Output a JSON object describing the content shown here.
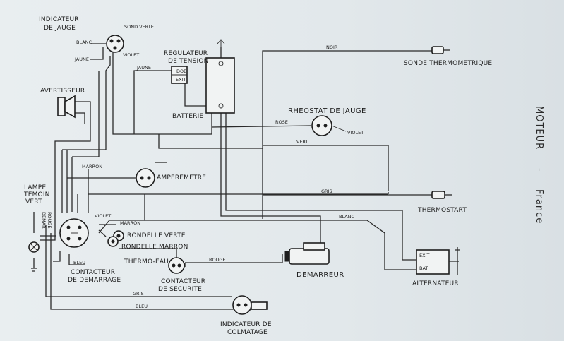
{
  "side_title": "MOTEUR",
  "side_separator": "-",
  "side_subtitle": "France",
  "components": {
    "fuel_gauge": [
      "INDICATEUR",
      "DE JAUGE"
    ],
    "probe_green": "SOND VERTE",
    "regulator": [
      "REGULATEUR",
      "DE TENSION"
    ],
    "regulator_pins": [
      "DOB",
      "EXIT"
    ],
    "horn": "AVERTISSEUR",
    "battery": "BATTERIE",
    "thermo_probe": "SONDE THERMOMETRIQUE",
    "gauge_rheostat": "RHEOSTAT DE JAUGE",
    "ammeter": "AMPEREMETRE",
    "warning_lamp": [
      "LAMPE",
      "TEMOIN",
      "VERT"
    ],
    "lamp_tags": [
      "DEMAR",
      "ROUGE"
    ],
    "thermostart": "THERMOSTART",
    "green_washer": "RONDELLE VERTE",
    "brown_washer": "RONDELLE MARRON",
    "thermo_water": "THERMO-EAU",
    "ignition_switch": [
      "CONTACTEUR",
      "DE DEMARRAGE"
    ],
    "safety_switch": [
      "CONTACTEUR",
      "DE SECURITE"
    ],
    "starter": "DEMARREUR",
    "alternator": "ALTERNATEUR",
    "alternator_pins": [
      "EXIT",
      "BAT"
    ],
    "clog_indicator": [
      "INDICATEUR DE",
      "COLMATAGE"
    ]
  },
  "wires": {
    "blanc_gauge": "BLANC",
    "jaune_gauge": "JAUNE",
    "violet_gauge": "VIOLET",
    "jaune_reg": "JAUNE",
    "noir": "NOIR",
    "rose": "ROSE",
    "violet_rheo": "VIOLET",
    "vert": "VERT",
    "marron": "MARRON",
    "gris_thermo": "GRIS",
    "blanc_starter": "BLANC",
    "violet_switch": "VIOLET",
    "marron_switch": "MARRON",
    "rouge": "ROUGE",
    "bleu_switch": "BLEU",
    "gris_bottom": "GRIS",
    "bleu_bottom": "BLEU"
  }
}
